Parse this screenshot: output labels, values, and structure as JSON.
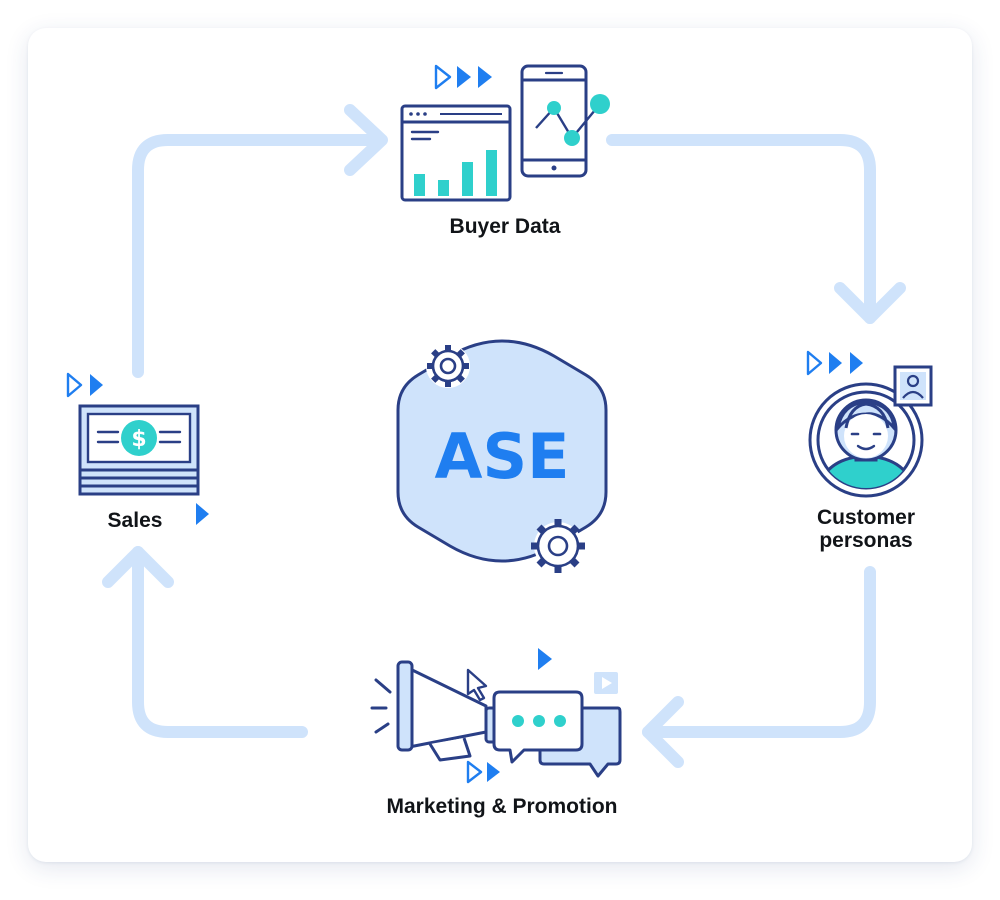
{
  "diagram": {
    "center_label": "ASE",
    "nodes": {
      "buyer_data": {
        "label": "Buyer Data",
        "icon": "dashboard-and-phone-analytics-icon"
      },
      "customer_personas": {
        "label": "Customer personas",
        "line1": "Customer",
        "line2": "personas",
        "icon": "customer-persona-icon"
      },
      "marketing": {
        "label": "Marketing & Promotion",
        "icon": "megaphone-chat-icon"
      },
      "sales": {
        "label": "Sales",
        "icon": "money-stack-icon"
      }
    },
    "flow": [
      "Buyer Data",
      "Customer personas",
      "Marketing & Promotion",
      "Sales"
    ]
  },
  "colors": {
    "arrow": "#cfe3fb",
    "outline": "#2a3f86",
    "accent_blue": "#1f7ef0",
    "accent_teal": "#2fd0cc",
    "hex_fill": "#cfe3fb"
  }
}
